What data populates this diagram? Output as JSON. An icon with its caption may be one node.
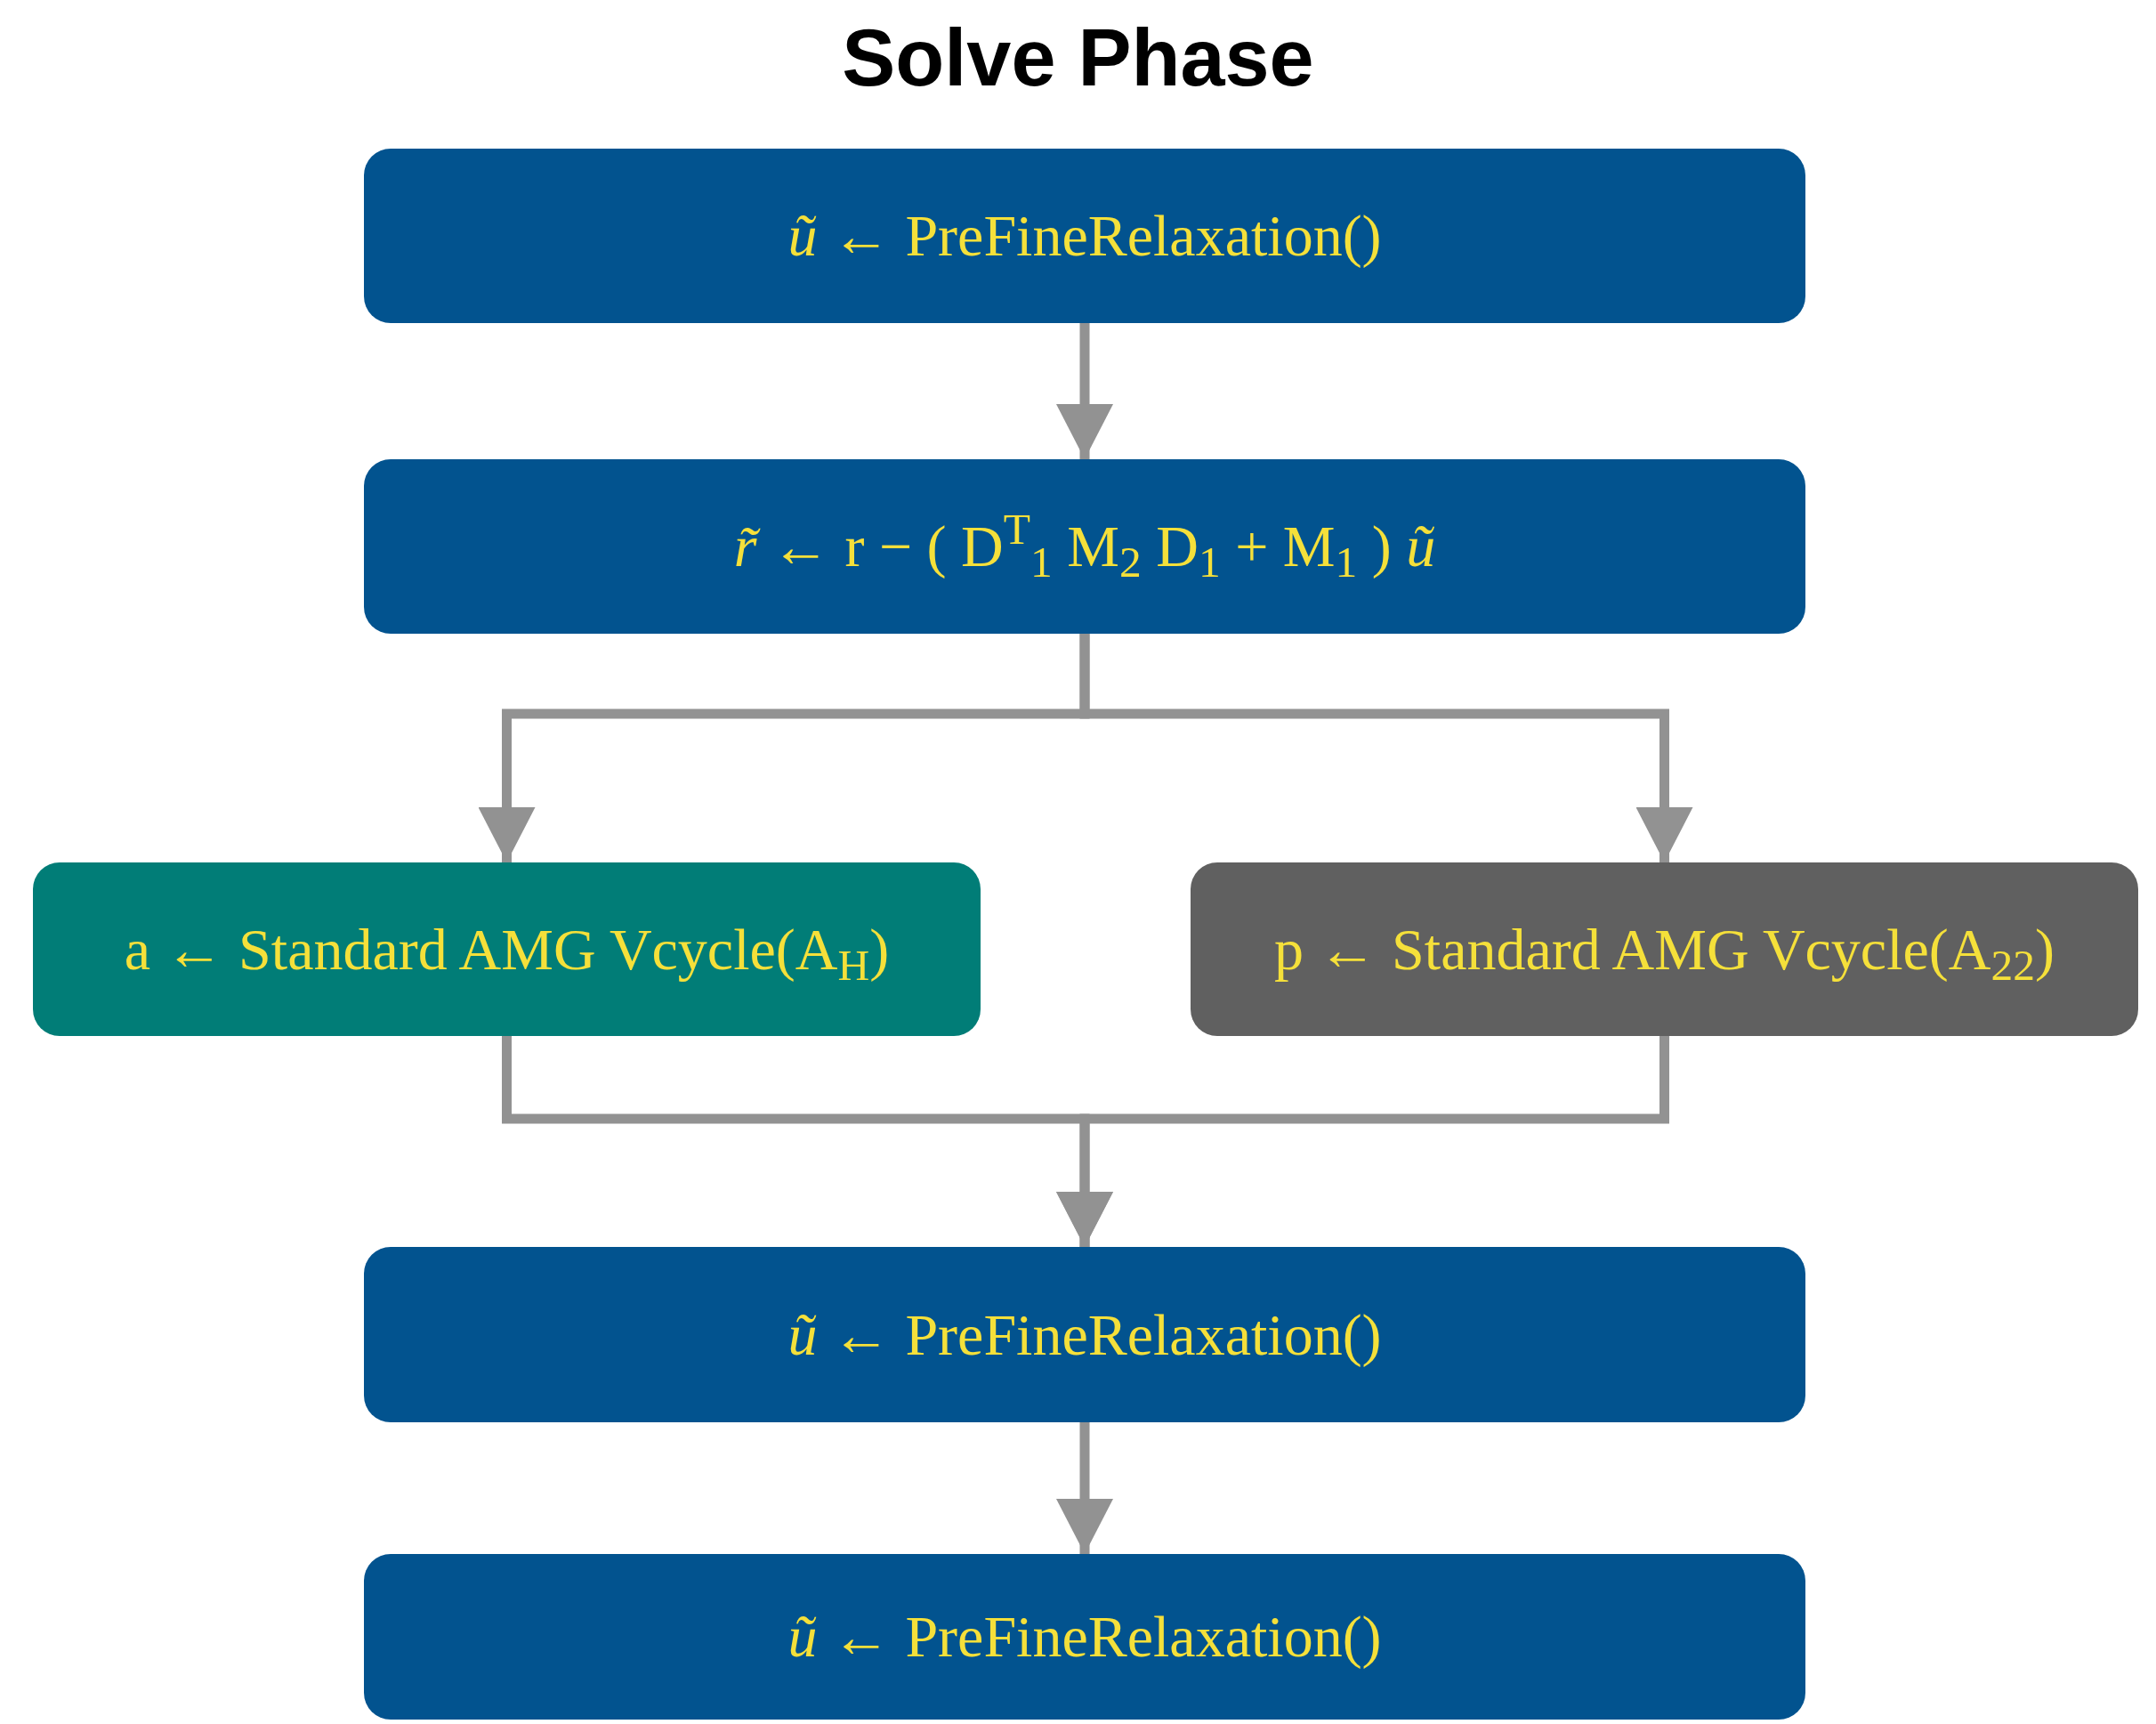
{
  "diagram": {
    "title": "Solve Phase",
    "nodes": [
      {
        "text": [
          "*ũ* ← PreFineRelaxation()"
        ]
      },
      {
        "text": [
          "*r̃* ← r − ( D$^{T}$$_{1}$ M$_{2}$ D$_{1}$ + M$_{1}$ ) *ũ*"
        ]
      },
      {
        "text": [
          "a ← Standard AMG Vcycle(A$_{H}$)"
        ]
      },
      {
        "text": [
          "p ← Standard AMG Vcycle(A$_{22}$)"
        ]
      },
      {
        "text": [
          "*ũ* ← PreFineRelaxation()"
        ]
      },
      {
        "text": [
          "*ũ* ← PreFineRelaxation()"
        ]
      }
    ],
    "edges": [
      {
        "from": 0,
        "to": 1,
        "arrow": "to"
      },
      {
        "from": 1,
        "to": 2,
        "arrow": "to"
      },
      {
        "from": 1,
        "to": 3,
        "arrow": "to"
      },
      {
        "from": 2,
        "to": 4,
        "arrow": "to"
      },
      {
        "from": 3,
        "to": 4,
        "arrow": "to"
      },
      {
        "from": 4,
        "to": 5,
        "arrow": "to"
      }
    ]
  }
}
